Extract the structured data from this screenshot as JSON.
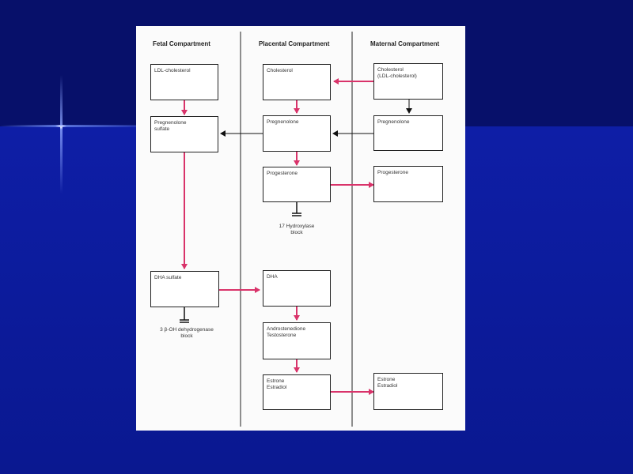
{
  "columns": {
    "fetal": "Fetal Compartment",
    "placental": "Placental Compartment",
    "maternal": "Maternal Compartment"
  },
  "boxes": {
    "fetal_ldl": "LDL-cholesterol",
    "fetal_preg_sulfate": "Pregnenolone\nsulfate",
    "fetal_dha_sulfate": "DHA sulfate",
    "plac_cholesterol": "Cholesterol",
    "plac_pregnenolone": "Pregnenolone",
    "plac_progesterone": "Progesterone",
    "plac_dha": "DHA",
    "plac_andro_testo": "Androstenedione\nTestosterone",
    "plac_estrone_estradiol": "Estrone\nEstradiol",
    "mat_cholesterol": "Cholesterol\n(LDL-cholesterol)",
    "mat_pregnenolone": "Pregnenolone",
    "mat_progesterone": "Progesterone",
    "mat_estrone_estradiol": "Estrone\nEstradiol"
  },
  "notes": {
    "hydroxylase_block": "17 Hydroxylase\nblock",
    "dehydrogenase_block": "3 β-OH dehydrogenase\nblock"
  },
  "colors": {
    "slide_background": "#0d1a96",
    "pink_arrow": "#d9336a",
    "black_arrow": "#111111",
    "box_border": "#222222"
  }
}
